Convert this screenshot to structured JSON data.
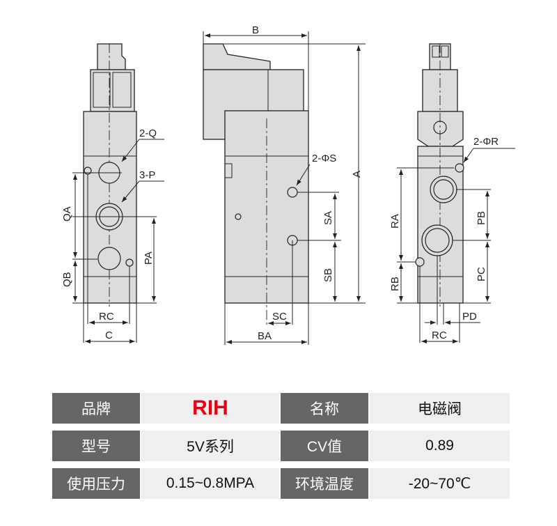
{
  "drawing": {
    "labels": {
      "B": "B",
      "A": "A",
      "Q": "2-Q",
      "P": "3-P",
      "QA": "QA",
      "QB": "QB",
      "PA": "PA",
      "RC": "RC",
      "C": "C",
      "S": "2-ΦS",
      "SA": "SA",
      "SB": "SB",
      "SC": "SC",
      "BA": "BA",
      "R": "2-ΦR",
      "RA": "RA",
      "RB": "RB",
      "PB": "PB",
      "PC": "PC",
      "PD": "PD",
      "RC2": "RC"
    }
  },
  "specs": [
    {
      "label1": "品牌",
      "value1": "RIH",
      "label2": "名称",
      "value2": "电磁阀"
    },
    {
      "label1": "型号",
      "value1": "5V系列",
      "label2": "CV值",
      "value2": "0.89"
    },
    {
      "label1": "使用压力",
      "value1": "0.15~0.8MPA",
      "label2": "环境温度",
      "value2": "-20~70℃"
    }
  ],
  "colors": {
    "brand": "#e60012",
    "header_cell": "#666666",
    "value_cell": "#efefef"
  }
}
